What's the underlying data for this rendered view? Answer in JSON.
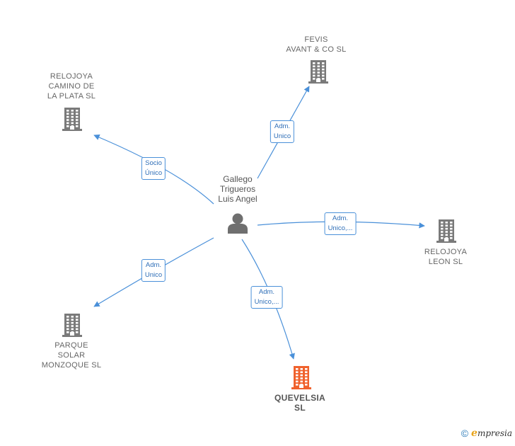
{
  "center": {
    "name_lines": [
      "Gallego",
      "Trigueros",
      "Luis Angel"
    ],
    "icon": "person-icon"
  },
  "companies": [
    {
      "id": "fevis",
      "lines": [
        "FEVIS",
        "AVANT & CO SL"
      ],
      "icon": "building-icon",
      "color": "#7a7a7a",
      "highlight": false
    },
    {
      "id": "relojoya-camino",
      "lines": [
        "RELOJOYA",
        "CAMINO DE",
        "LA PLATA  SL"
      ],
      "icon": "building-icon",
      "color": "#7a7a7a",
      "highlight": false
    },
    {
      "id": "relojoya-leon",
      "lines": [
        "RELOJOYA",
        "LEON  SL"
      ],
      "icon": "building-icon",
      "color": "#7a7a7a",
      "highlight": false
    },
    {
      "id": "parque-solar",
      "lines": [
        "PARQUE",
        "SOLAR",
        "MONZOQUE SL"
      ],
      "icon": "building-icon",
      "color": "#7a7a7a",
      "highlight": false
    },
    {
      "id": "quevelsia",
      "lines": [
        "QUEVELSIA",
        "SL"
      ],
      "icon": "building-icon",
      "color": "#f0622d",
      "highlight": true
    }
  ],
  "relations": [
    {
      "to": "fevis",
      "lines": [
        "Adm.",
        "Unico"
      ]
    },
    {
      "to": "relojoya-camino",
      "lines": [
        "Socio",
        "Único"
      ]
    },
    {
      "to": "relojoya-leon",
      "lines": [
        "Adm.",
        "Unico,..."
      ]
    },
    {
      "to": "parque-solar",
      "lines": [
        "Adm.",
        "Unico"
      ]
    },
    {
      "to": "quevelsia",
      "lines": [
        "Adm.",
        "Unico,..."
      ]
    }
  ],
  "colors": {
    "edge": "#4a90d9",
    "building": "#7a7a7a",
    "highlight": "#f0622d",
    "person": "#6f6f6f"
  },
  "footer": {
    "copyright": "©",
    "brand_initial": "e",
    "brand_rest": "mpresia"
  }
}
